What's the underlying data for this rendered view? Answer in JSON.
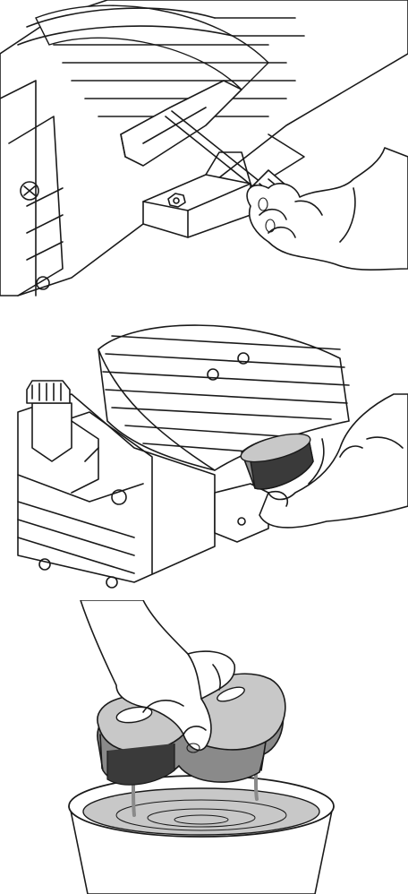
{
  "figure": {
    "panels": [
      {
        "id": "step-1",
        "icon": "screwdriver-prying-gasket"
      },
      {
        "id": "step-2",
        "icon": "hand-removing-filter-element"
      },
      {
        "id": "step-3",
        "icon": "hand-dipping-element-into-bucket"
      }
    ]
  },
  "colors": {
    "line": "#1a1a1a",
    "background": "#ffffff",
    "shade-dark": "#3a3a3a",
    "shade-mid": "#8a8a8a",
    "shade-light": "#c8c8c8"
  }
}
